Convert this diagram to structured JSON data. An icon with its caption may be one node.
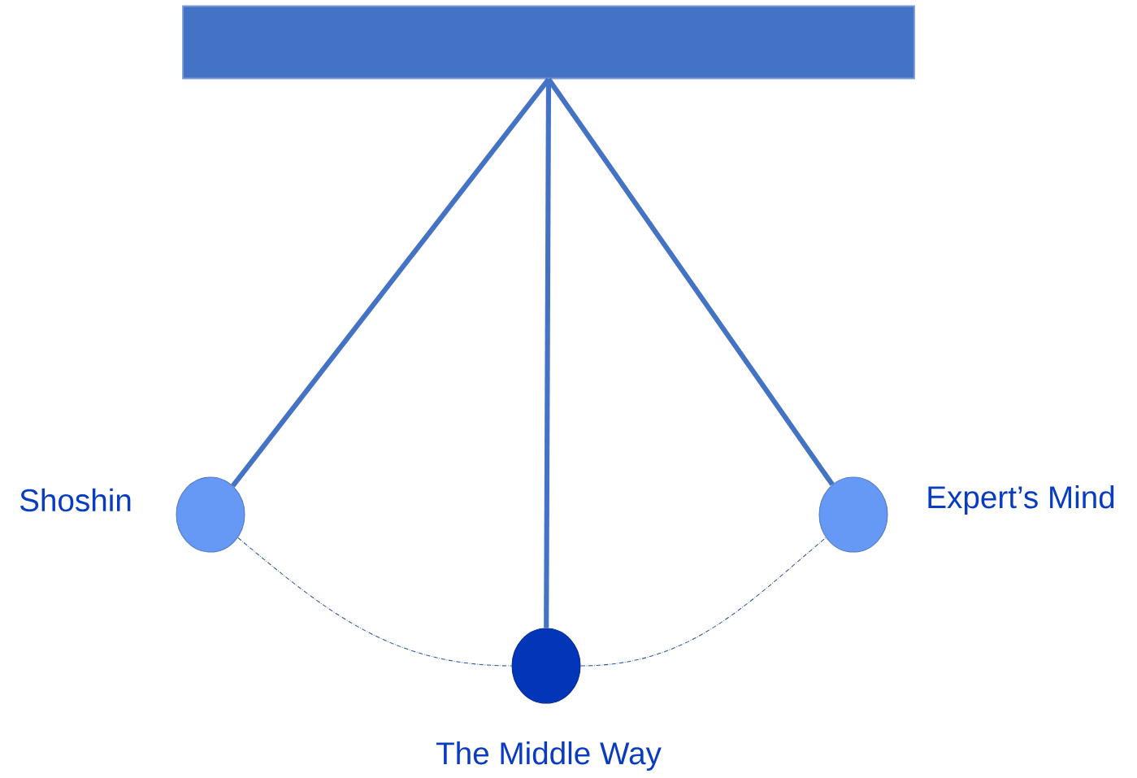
{
  "diagram": {
    "nodes": [
      {
        "text": [],
        "shape": "bar"
      },
      {
        "text": [],
        "shape": "circle",
        "beside": [
          "Shoshin"
        ]
      },
      {
        "text": [],
        "shape": "circle",
        "beside": [
          "The Middle Way"
        ]
      },
      {
        "text": [],
        "shape": "circle",
        "beside": [
          "Expert’s Mind"
        ]
      }
    ],
    "edges": [
      {
        "from": 0,
        "to": 1,
        "arrow": "none"
      },
      {
        "from": 0,
        "to": 2,
        "arrow": "none"
      },
      {
        "from": 0,
        "to": 3,
        "arrow": "none"
      },
      {
        "from": 1,
        "to": 2,
        "arrow": "none",
        "style": "dashed",
        "color": "#2f5597"
      },
      {
        "from": 2,
        "to": 3,
        "arrow": "none",
        "style": "dashed",
        "color": "#2f5597"
      }
    ]
  }
}
